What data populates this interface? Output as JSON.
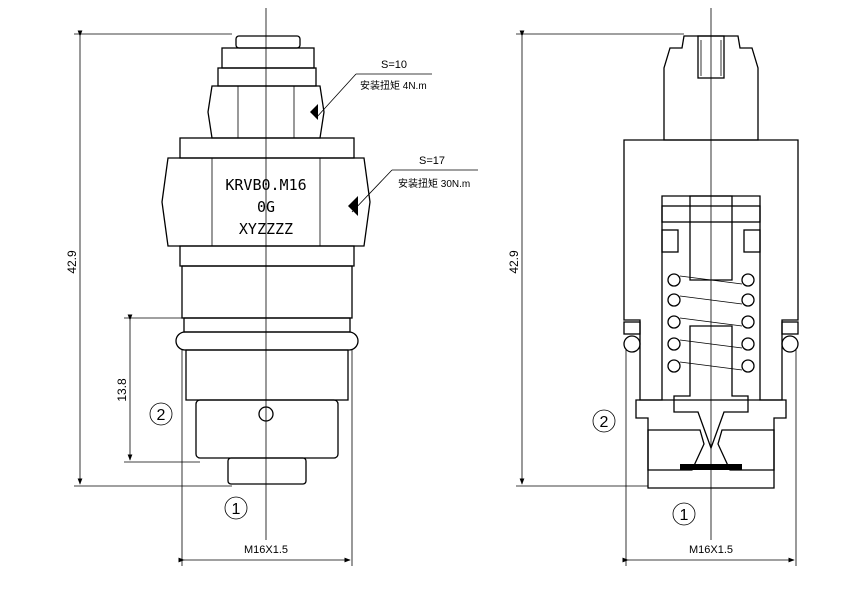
{
  "left_view": {
    "dim_height": "42.9",
    "dim_lower": "13.8",
    "dim_bottom": "M16X1.5",
    "marking_lines": [
      "KRVB0.M16",
      "0G",
      "XYZZZZ"
    ],
    "callout_small_s": "S=10",
    "callout_small_torque": "安装扭矩 4N.m",
    "callout_large_s": "S=17",
    "callout_large_torque": "安装扭矩 30N.m",
    "port_1": "1",
    "port_2": "2"
  },
  "right_view": {
    "dim_height": "42.9",
    "dim_bottom": "M16X1.5",
    "port_1": "1",
    "port_2": "2"
  }
}
